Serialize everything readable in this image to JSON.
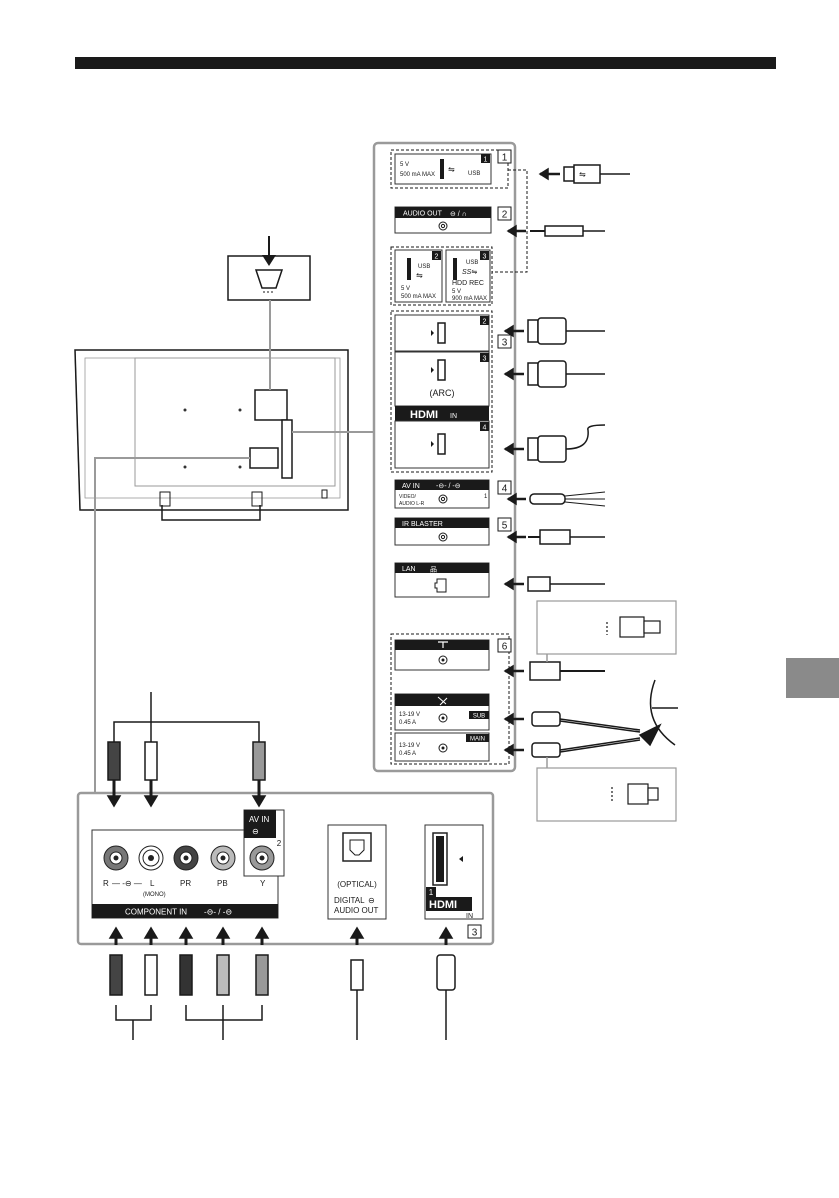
{
  "badges": {
    "n1": "1",
    "n2": "2",
    "n3": "3",
    "n4": "4",
    "n5": "5",
    "n6": "6",
    "p1": "1",
    "p2": "2",
    "p3": "3",
    "p4": "4"
  },
  "usb1": {
    "rating_v": "5 V",
    "rating_a": "500 mA MAX",
    "label": "USB"
  },
  "audio_out": {
    "label": "AUDIO OUT"
  },
  "usb2": {
    "label": "USB",
    "rating_v": "5 V",
    "rating_a": "500 mA MAX"
  },
  "usb3": {
    "label": "USB",
    "sub": "HDD REC",
    "rating_v": "5 V",
    "rating_a": "900 mA MAX"
  },
  "hdmi_side": {
    "arc": "(ARC)",
    "logo": "HDMI",
    "in": "IN"
  },
  "av_in1": {
    "title": "AV IN",
    "sub1": "VIDEO/",
    "sub2": "AUDIO L-R"
  },
  "ir_blaster": {
    "label": "IR BLASTER"
  },
  "lan": {
    "label": "LAN"
  },
  "sat": {
    "rating1": "13-19 V",
    "rating1b": "0.45 A",
    "sub": "SUB",
    "rating2": "13-19 V",
    "rating2b": "0.45 A",
    "main": "MAIN"
  },
  "bottom_panel": {
    "av_in": "AV IN",
    "r": "R",
    "l": "L",
    "mono": "(MONO)",
    "pr": "PR",
    "pb": "PB",
    "y": "Y",
    "component": "COMPONENT IN",
    "optical": "(OPTICAL)",
    "digital": "DIGITAL",
    "audio_out": "AUDIO OUT",
    "hdmi": "HDMI",
    "in": "IN"
  }
}
